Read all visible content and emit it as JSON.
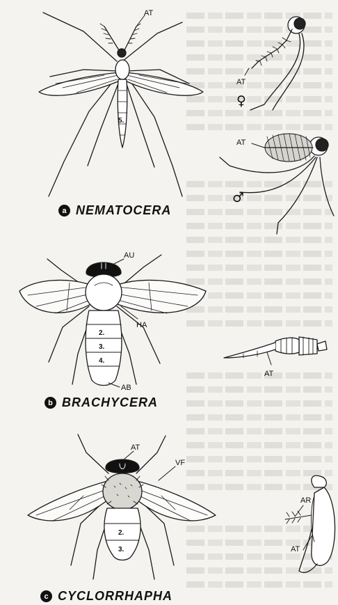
{
  "labels": {
    "at": "AT",
    "au": "AU",
    "ha": "HA",
    "ab": "AB",
    "vf": "VF",
    "ar": "AR",
    "female": "♀",
    "male": "♂"
  },
  "segments": {
    "nematocera": "5.",
    "brachycera": [
      "2.",
      "3.",
      "4."
    ],
    "cyclorrhapha": [
      "2.",
      "3."
    ]
  },
  "panels": [
    {
      "letter": "a",
      "name": "NEMATOCERA"
    },
    {
      "letter": "b",
      "name": "BRACHYCERA"
    },
    {
      "letter": "c",
      "name": "CYCLORRHAPHA"
    }
  ]
}
